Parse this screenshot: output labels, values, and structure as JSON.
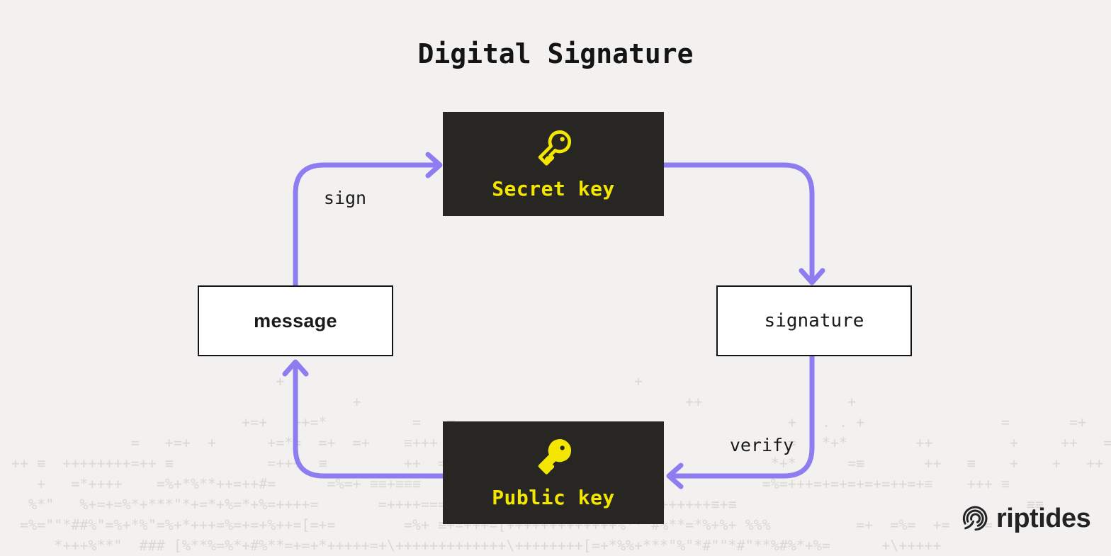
{
  "title": "Digital Signature",
  "nodes": {
    "secret_key": {
      "label": "Secret key",
      "icon": "key-outline-icon",
      "style": "dark"
    },
    "public_key": {
      "label": "Public key",
      "icon": "key-solid-icon",
      "style": "dark"
    },
    "message": {
      "label": "message",
      "style": "light"
    },
    "signature": {
      "label": "signature",
      "style": "light"
    }
  },
  "edges": [
    {
      "from": "message",
      "to": "Secret key",
      "label": "sign"
    },
    {
      "from": "Secret key",
      "to": "signature",
      "label": ""
    },
    {
      "from": "signature",
      "to": "Public key",
      "label": "verify"
    },
    {
      "from": "Public key",
      "to": "message",
      "label": ""
    }
  ],
  "logo": {
    "text": "riptides",
    "icon": "riptides-swirl-icon"
  },
  "colors": {
    "background": "#f2f1ef",
    "box_dark": "#282623",
    "accent_yellow": "#f3e600",
    "arrow_purple": "#8e7df0",
    "text_dark": "#141414",
    "ascii_faint": "#dbd8d4"
  },
  "background_art": {
    "text": "                                +                                         +\n                                         +                                      ++                 +\n                            +=+   ++=*          =   =                                       +   . . +                =       =+\n               =   +=+  +      +=*=  =+  =+    ≡+++                                         =   *+*        ++         +     ++   =\n ++ ≡  ++++++++=++ ≡           =+++  ≡         ++  =+≡                                    *+*      =≡       ++   ≡    +    +   ++ =\n    +   =*++++    =%+*%**++=++#=      =%=+ ≡≡+≡≡≡                                        =%=+++=+=+=+=+=++=+≡    +++ ≡\n   %*\"   %+=+=%*+***\"*+=*+%=*+%=++++=       =++++====+=+++++=+*+ ≡ ++      =*++++++≡+≡                                  ≡≡\n  =%=\"\"*##%\"=%+*%\"=%+*+++=%=+=+%++=[=+=        =%+ ≡+=+++=[+++++++++++++%**\"#%**=*%+%+ %%%          =+  =%=  +=   +=\n      *+++%**\"  ### [%**%=%*+#%**=+=+*+++++=+\\+++++++++++++\\++++++++[=+*%%+***\"%\"*#\"\"*#\"**%#%*+%=      +\\+++++"
  }
}
